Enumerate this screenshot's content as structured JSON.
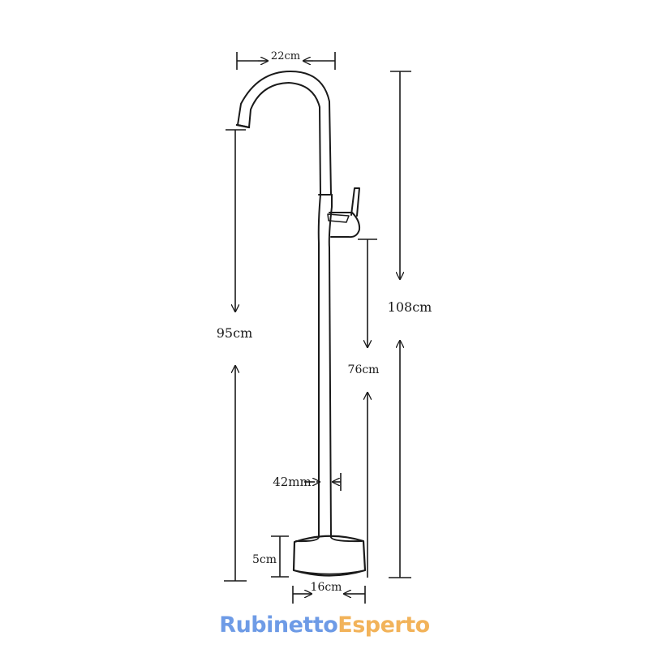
{
  "labels": {
    "spout_reach": "22cm",
    "spout_height": "95cm",
    "total_height": "108cm",
    "handle_height": "76cm",
    "pipe_diameter": "42mm",
    "base_height": "5cm",
    "base_diameter": "16cm"
  },
  "brand": {
    "part1": "Rubinetto",
    "part2": "Esperto",
    "color1": "#6e9be6",
    "color2": "#f2b35a"
  }
}
